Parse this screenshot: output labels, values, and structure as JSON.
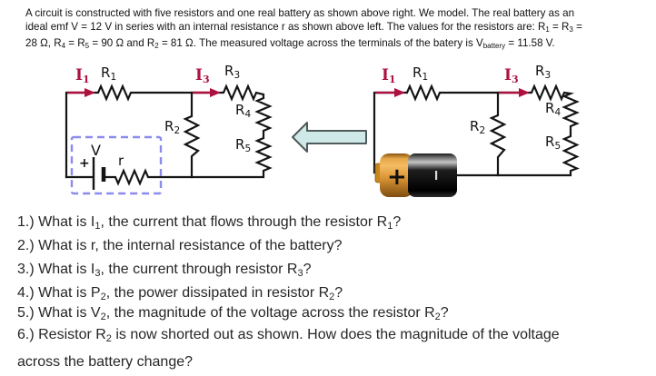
{
  "colors": {
    "wire": "#141414",
    "current": "#ad1140",
    "box": "#8b8bee",
    "arrowfill": "#cfe8e8",
    "arrowstroke": "#4f5a5a",
    "text": "#262626"
  },
  "header": {
    "segments": [
      {
        "t": "A circuit is constructed with five resistors and one real battery as shown above right. We model. The real battery as an"
      },
      {
        "br": true
      },
      {
        "t": "ideal emf V = 12 V in series with an internal resistance r as shown above left. The values for the resistors are: R"
      },
      {
        "t": "1",
        "sub": true
      },
      {
        "t": " = R"
      },
      {
        "t": "3",
        "sub": true
      },
      {
        "t": " ="
      },
      {
        "br": true
      },
      {
        "t": "28 Ω, R"
      },
      {
        "t": "4",
        "sub": true
      },
      {
        "t": " = R"
      },
      {
        "t": "5",
        "sub": true
      },
      {
        "t": " = 90 Ω and R"
      },
      {
        "t": "2",
        "sub": true
      },
      {
        "t": " = 81 Ω. The measured voltage across the terminals of the batery is V"
      },
      {
        "t": "battery",
        "sub": true
      },
      {
        "t": " = 11.58 V."
      }
    ]
  },
  "left_circuit": {
    "labels": {
      "i1": [
        {
          "t": "I"
        },
        {
          "t": "1",
          "sub": true
        }
      ],
      "r1": [
        {
          "t": "R"
        },
        {
          "t": "1",
          "sub": true
        }
      ],
      "i3": [
        {
          "t": "I"
        },
        {
          "t": "3",
          "sub": true
        }
      ],
      "r3": [
        {
          "t": "R"
        },
        {
          "t": "3",
          "sub": true
        }
      ],
      "r2": [
        {
          "t": "R"
        },
        {
          "t": "2",
          "sub": true
        }
      ],
      "r4": [
        {
          "t": "R"
        },
        {
          "t": "4",
          "sub": true
        }
      ],
      "r5": [
        {
          "t": "R"
        },
        {
          "t": "5",
          "sub": true
        }
      ],
      "emf": "V",
      "internal_resistance": "r",
      "battery_plus": "+"
    }
  },
  "right_circuit": {
    "labels": {
      "i1": [
        {
          "t": "I"
        },
        {
          "t": "1",
          "sub": true
        }
      ],
      "r1": [
        {
          "t": "R"
        },
        {
          "t": "1",
          "sub": true
        }
      ],
      "i3": [
        {
          "t": "I"
        },
        {
          "t": "3",
          "sub": true
        }
      ],
      "r3": [
        {
          "t": "R"
        },
        {
          "t": "3",
          "sub": true
        }
      ],
      "r2": [
        {
          "t": "R"
        },
        {
          "t": "2",
          "sub": true
        }
      ],
      "r4": [
        {
          "t": "R"
        },
        {
          "t": "4",
          "sub": true
        }
      ],
      "r5": [
        {
          "t": "R"
        },
        {
          "t": "5",
          "sub": true
        }
      ]
    },
    "battery": {
      "plus_mark": "+",
      "terminal_mark": "I"
    }
  },
  "questions": [
    {
      "segments": [
        {
          "t": "1.) What is I"
        },
        {
          "t": "1",
          "sub": true
        },
        {
          "t": ", the current that flows through the resistor R"
        },
        {
          "t": "1",
          "sub": true
        },
        {
          "t": "?"
        }
      ]
    },
    {
      "segments": [
        {
          "t": "2.) What is r, the internal resistance of the battery?"
        }
      ]
    },
    {
      "segments": [
        {
          "t": "3.) What is I"
        },
        {
          "t": "3",
          "sub": true
        },
        {
          "t": ", the current through resistor R"
        },
        {
          "t": "3",
          "sub": true
        },
        {
          "t": "?"
        }
      ]
    },
    {
      "segments": [
        {
          "t": "4.) What is P"
        },
        {
          "t": "2",
          "sub": true
        },
        {
          "t": ", the power dissipated in resistor R"
        },
        {
          "t": "2",
          "sub": true
        },
        {
          "t": "?"
        }
      ]
    },
    {
      "segments": [
        {
          "t": "5.) What is V"
        },
        {
          "t": "2",
          "sub": true
        },
        {
          "t": ", the magnitude of the voltage across the resistor R"
        },
        {
          "t": "2",
          "sub": true
        },
        {
          "t": "?"
        }
      ]
    },
    {
      "segments": [
        {
          "t": "6.) Resistor R"
        },
        {
          "t": "2",
          "sub": true
        },
        {
          "t": " is now shorted out as shown. How does the magnitude of the voltage across the battery change?"
        }
      ]
    }
  ]
}
